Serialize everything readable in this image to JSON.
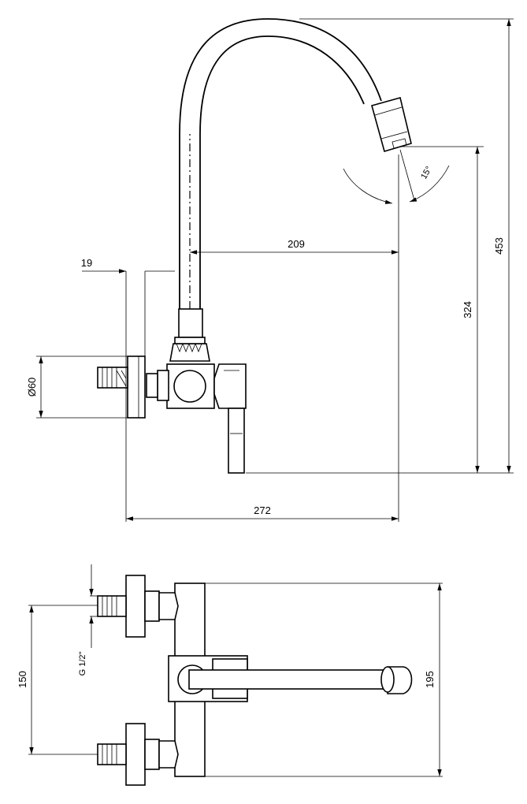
{
  "dimensions": {
    "spout_reach": "209",
    "wall_offset": "19",
    "escutcheon_diameter": "Ø60",
    "outlet_height": "324",
    "total_height": "453",
    "total_reach": "272",
    "swivel_angle": "15°",
    "inlet_spacing": "150",
    "thread_size": "G 1/2\"",
    "body_width": "195"
  },
  "colors": {
    "line": "#000000",
    "background": "#ffffff"
  }
}
